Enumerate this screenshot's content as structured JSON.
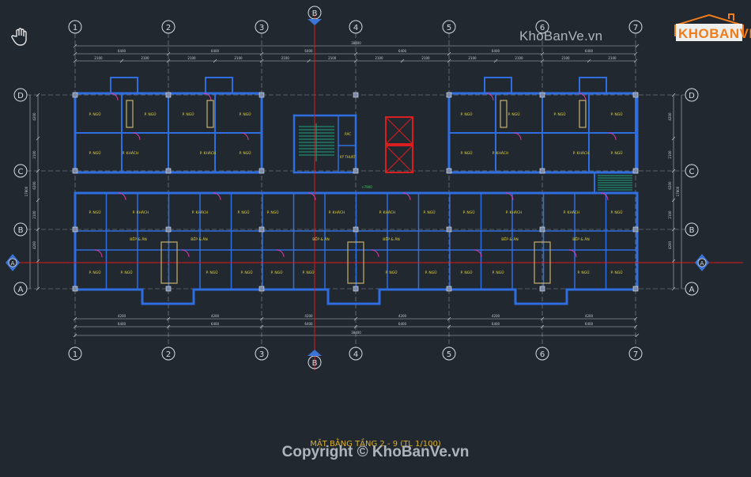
{
  "viewer": {
    "pan_icon": "hand-pan-icon"
  },
  "watermark": {
    "site": "KhoBanVe.vn",
    "badge": "KHOBANVE",
    "copyright": "Copyright © KhoBanVe.vn",
    "badge_color": "#f07d1c"
  },
  "plan": {
    "title": "MẶT BẰNG TẦNG 2 - 9 (TL 1/100)",
    "grid_columns": [
      "1",
      "2",
      "3",
      "4",
      "5",
      "6",
      "7"
    ],
    "grid_rows": [
      "D",
      "C",
      "B",
      "A"
    ],
    "section_marker": "B",
    "section_marker_side": "A",
    "top_dims_row1": [
      "6400",
      "6400",
      "6400",
      "6400",
      "6400",
      "6400"
    ],
    "top_dims_row2": [
      "2100",
      "2100",
      "2100",
      "2100",
      "2100",
      "2100",
      "2100",
      "2100",
      "2100",
      "2100",
      "2100",
      "2100"
    ],
    "overall_dim": "38400",
    "bottom_dims_row1": [
      "4200",
      "4200",
      "4200",
      "4200",
      "4200",
      "4200"
    ],
    "bottom_dims_row2": [
      "6400",
      "6400",
      "6400",
      "6400",
      "6400",
      "6400"
    ],
    "left_dims": [
      "4200",
      "2100",
      "6200",
      "2100",
      "4200"
    ],
    "total_height_dim": "17800",
    "room_labels": {
      "ngu": "P. NGŨ",
      "khach": "P. KHÁCH",
      "bep": "BẾP & ĂN",
      "ky_thuat": "KỸ THUẬT",
      "rac": "RÁC",
      "elevation": "+7900"
    },
    "colors": {
      "wall": "#2f6ee0",
      "grid": "#d9dce0",
      "section": "#e01818",
      "text": "#e6d43a",
      "door": "#d83ca8",
      "stair": "#1aa37a",
      "elevator": "#d81e1e"
    }
  }
}
